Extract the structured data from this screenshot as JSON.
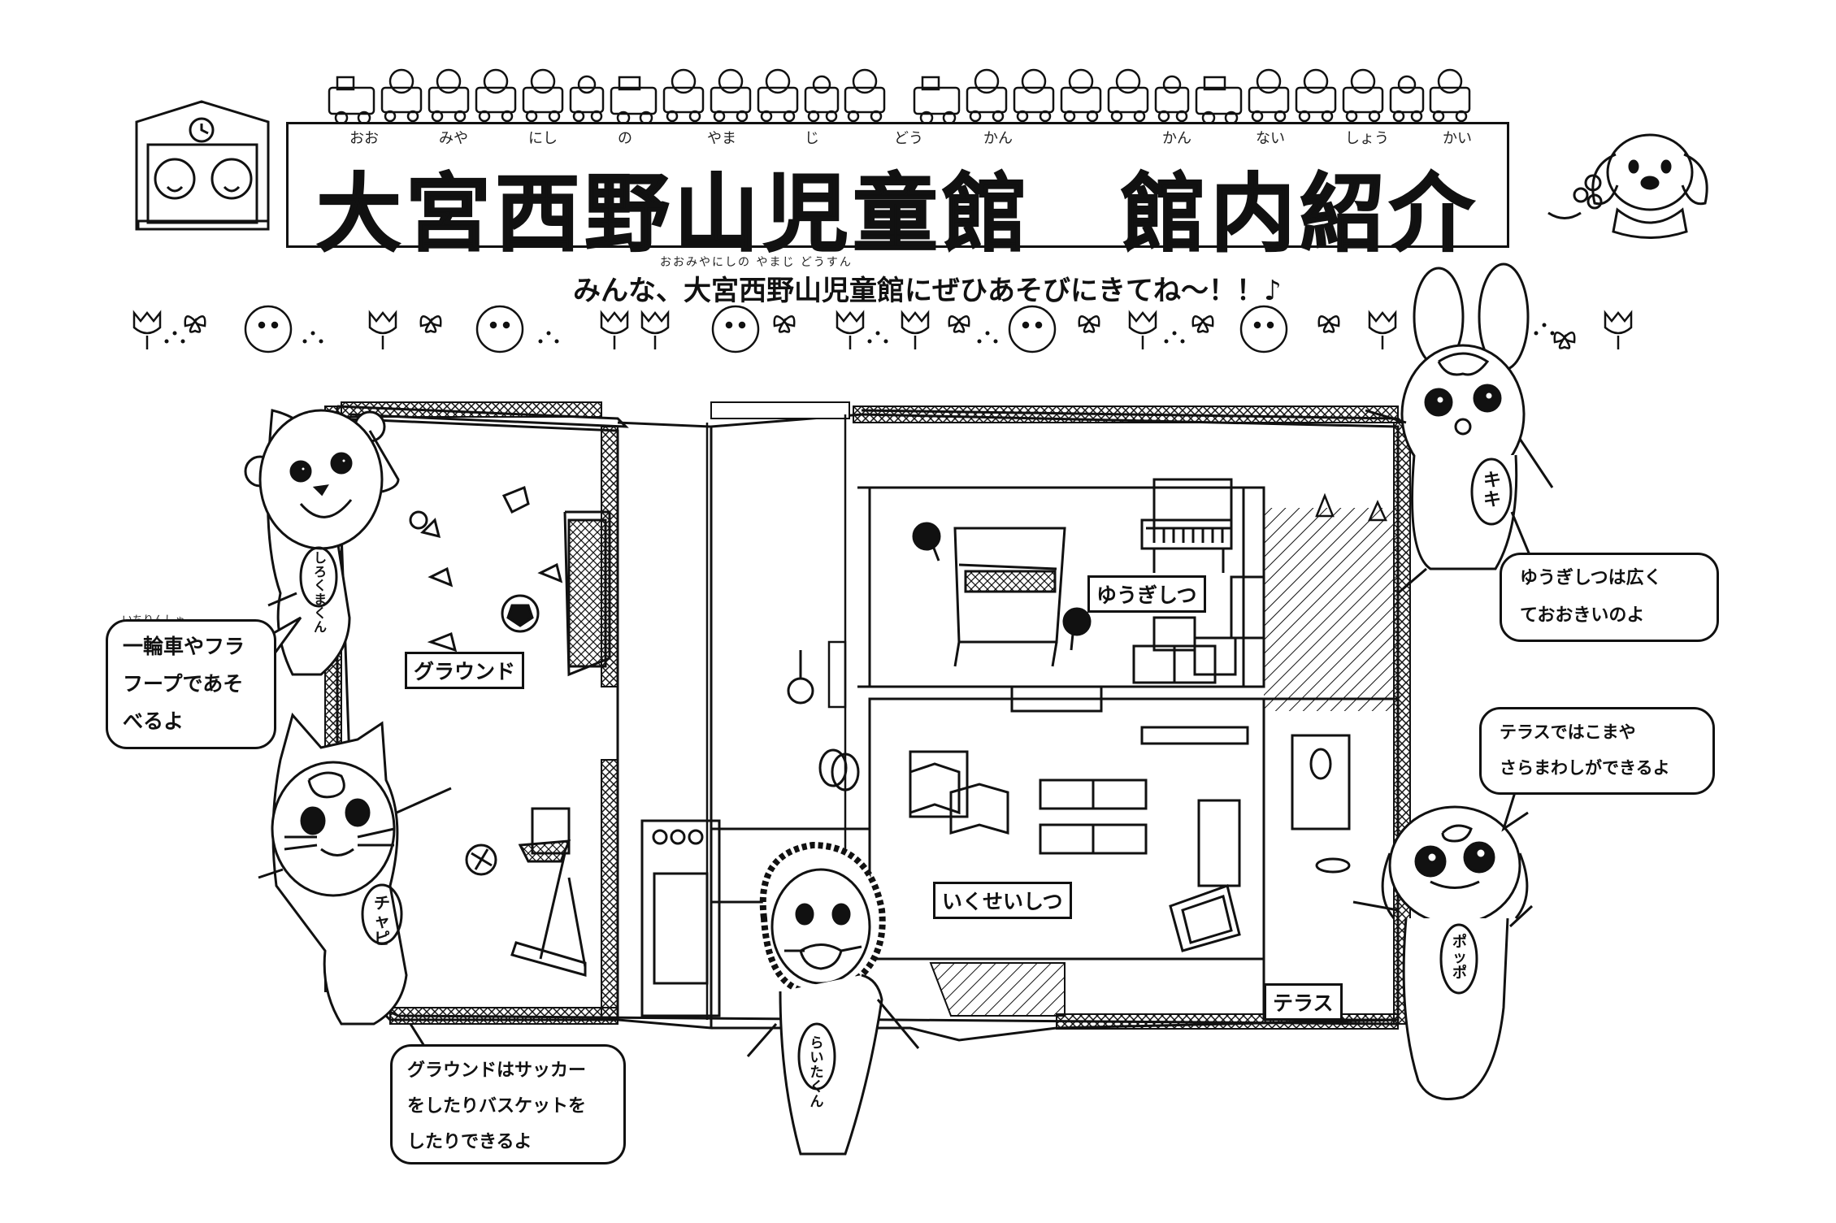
{
  "title": {
    "main": "大宮西野山児童館　館内紹介",
    "ruby": [
      "おお",
      "みや",
      "にし",
      "の",
      "やま",
      "じ",
      "どう",
      "かん",
      "かん",
      "ない",
      "しょう",
      "かい"
    ]
  },
  "subtitle": {
    "text": "みんな、大宮西野山児童館にぜひあそびにきてね～！！♪",
    "ruby": "おおみやにしの やまじ どうすん"
  },
  "rooms": {
    "ground": "グラウンド",
    "playroom": "ゆうぎしつ",
    "nursery": "いくせいしつ",
    "terrace": "テラス"
  },
  "bubbles": {
    "unicycle": {
      "ruby": "いちりんしゃ",
      "lines": [
        "一輪車やフラ",
        "フープであそ",
        "べるよ"
      ]
    },
    "ground_sports": {
      "lines": [
        "グラウンドはサッカー",
        "をしたりバスケットを",
        "したりできるよ"
      ]
    },
    "playroom_big": {
      "lines": [
        "ゆうぎしつは広く",
        "ておおきいのよ"
      ]
    },
    "terrace_play": {
      "lines": [
        "テラスではこまや",
        "さらまわしができるよ"
      ]
    }
  },
  "characters": {
    "bear": "しろくまくん",
    "cat": "チャピ",
    "lion": "らいたくん",
    "rabbit": "キキ",
    "dog": "ポッポ"
  }
}
